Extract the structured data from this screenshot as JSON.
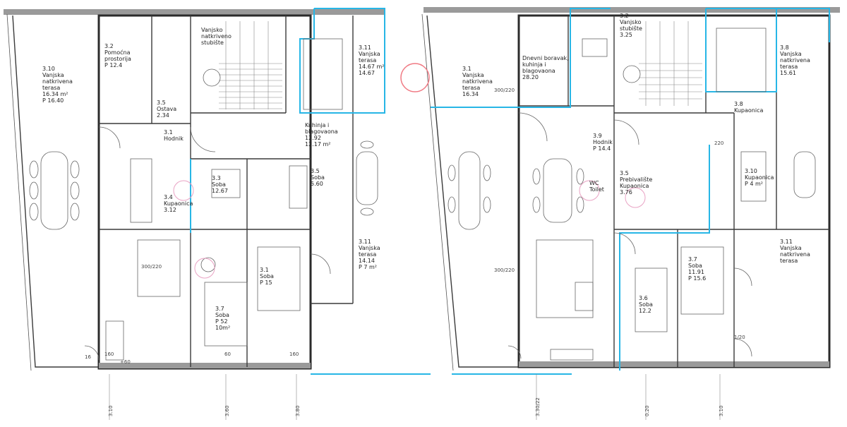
{
  "left_plan": {
    "rooms": [
      {
        "id": "left-terrace",
        "lines": [
          "3.10",
          "Vanjska",
          "natkrivena",
          "terasa",
          "16.34 m²",
          "P 16.40"
        ]
      },
      {
        "id": "left-laundry",
        "lines": [
          "3.2",
          "Pomoćna",
          "prostorija",
          "P 12.4"
        ]
      },
      {
        "id": "left-storage",
        "lines": [
          "3.5",
          "Ostava",
          "2.34"
        ]
      },
      {
        "id": "left-hall",
        "lines": [
          "3.1",
          "Hodnik"
        ]
      },
      {
        "id": "left-stair-top",
        "lines": [
          "Vanjsko",
          "natkriveno",
          "stubište"
        ]
      },
      {
        "id": "left-kitchen",
        "lines": [
          "Kuhinja i",
          "blagovaona",
          "12.92",
          "12.17 m²"
        ]
      },
      {
        "id": "left-terrace-top",
        "lines": [
          "3.11",
          "Vanjska",
          "terasa",
          "14.67 m²",
          "14.67"
        ]
      },
      {
        "id": "left-bath",
        "lines": [
          "3.4",
          "Kupaonica",
          "3.12"
        ]
      },
      {
        "id": "left-room-a",
        "lines": [
          "3.5",
          "Soba",
          "5.60"
        ]
      },
      {
        "id": "left-room-b",
        "lines": [
          "3.3",
          "Soba",
          "12.67"
        ]
      },
      {
        "id": "left-room-main",
        "lines": [
          "3.7",
          "Soba",
          "P 52",
          "10m²"
        ]
      },
      {
        "id": "left-balcony",
        "lines": [
          "3.11",
          "Vanjska",
          "terasa",
          "14.14",
          "P 7 m²"
        ]
      },
      {
        "id": "left-room-c",
        "lines": [
          "3.1",
          "Soba",
          "P 15"
        ]
      }
    ],
    "dims": [
      "160",
      "60",
      "160",
      "300/220",
      "16",
      "+60"
    ],
    "axis_labels": [
      "3.10",
      "3.60",
      "3.80"
    ]
  },
  "right_plan": {
    "rooms": [
      {
        "id": "right-terrace",
        "lines": [
          "3.1",
          "Vanjska",
          "natkrivena",
          "terasa",
          "16.34"
        ]
      },
      {
        "id": "right-dining",
        "lines": [
          "Dnevni boravak,",
          "kuhinja i",
          "blagovaona",
          "28.20"
        ]
      },
      {
        "id": "right-stair",
        "lines": [
          "3.2",
          "Vanjsko",
          "stubište",
          "3.25"
        ]
      },
      {
        "id": "right-terrace-top",
        "lines": [
          "3.8",
          "Vanjska",
          "natkrivena",
          "terasa",
          "15.61"
        ]
      },
      {
        "id": "right-hall",
        "lines": [
          "3.9",
          "Hodnik",
          "P 14.4"
        ]
      },
      {
        "id": "right-guest",
        "lines": [
          "3.5",
          "Prebivalište",
          "Kupaonica",
          "3.76"
        ]
      },
      {
        "id": "right-wc",
        "lines": [
          "WC",
          "Toilet"
        ]
      },
      {
        "id": "right-bath",
        "lines": [
          "3.10",
          "Kupaonica",
          "P 4 m²"
        ]
      },
      {
        "id": "right-bath2",
        "lines": [
          "3.8",
          "Kupaonica"
        ]
      },
      {
        "id": "right-terrace-side",
        "lines": [
          "3.11",
          "Vanjska",
          "natkrivena",
          "terasa"
        ]
      },
      {
        "id": "right-room-a",
        "lines": [
          "3.6",
          "Soba",
          "12.2"
        ]
      },
      {
        "id": "right-room-b",
        "lines": [
          "3.7",
          "Soba",
          "11.91",
          "P 15.6"
        ]
      }
    ],
    "dims": [
      "300/220",
      "300/220",
      "220",
      "1/20"
    ],
    "axis_labels": [
      "3.30/22",
      "0.20",
      "3.10"
    ]
  },
  "colors": {
    "wall": "#2b2b2b",
    "accent": "#27b6e6",
    "marker": "#f07a84",
    "hatch": "#9a9a9a"
  }
}
